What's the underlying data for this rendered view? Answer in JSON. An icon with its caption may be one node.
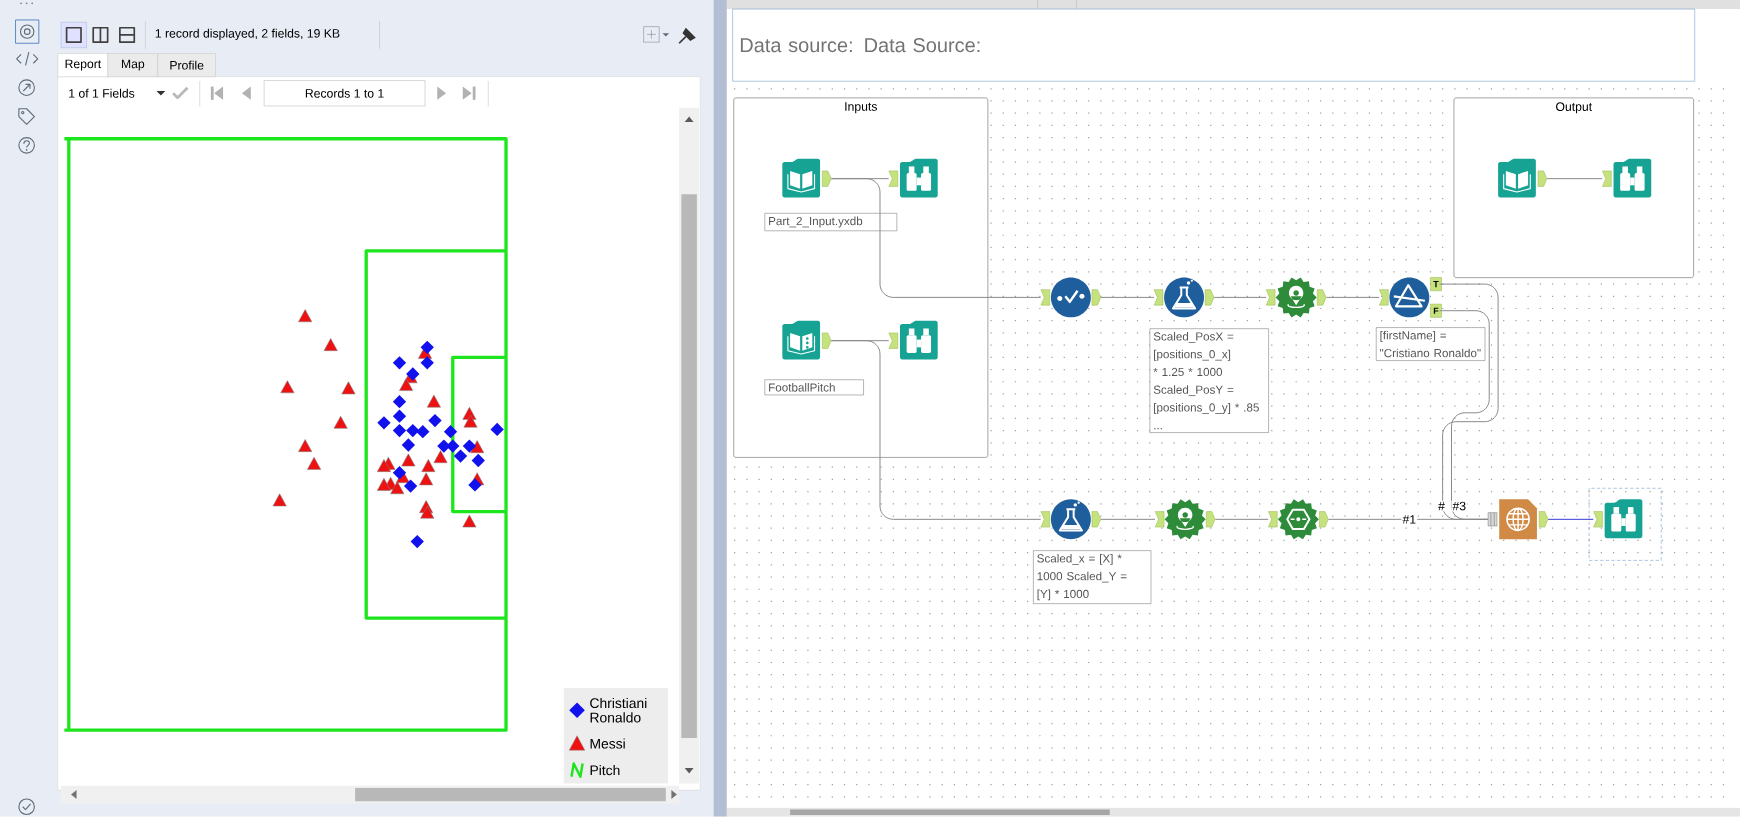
{
  "diagram": {
    "nodes": [
      {
        "text": [
          "Data source: Data Source:"
        ]
      },
      {
        "text": [
          "Inputs"
        ]
      },
      {
        "text": [],
        "shape": "picture",
        "in": 1,
        "beside": [
          "Part_2_Input.yxdb"
        ]
      },
      {
        "text": [],
        "shape": "picture",
        "in": 1
      },
      {
        "text": [],
        "shape": "picture",
        "in": 1,
        "beside": [
          "FootballPitch"
        ]
      },
      {
        "text": [],
        "shape": "picture",
        "in": 1
      },
      {
        "text": [
          "Output"
        ]
      },
      {
        "text": [],
        "shape": "picture",
        "in": 6
      },
      {
        "text": [],
        "shape": "picture",
        "in": 6
      },
      {
        "text": [],
        "shape": "picture"
      },
      {
        "text": [],
        "shape": "picture",
        "beside": [
          "Scaled_PosX = [positions_0_x] * 1.25 * 1000 Scaled_PosY = [positions_0_y] * .85 ..."
        ]
      },
      {
        "text": [],
        "shape": "picture"
      },
      {
        "text": [],
        "shape": "picture",
        "beside": [
          "[firstName] = \"Cristiano Ronaldo\""
        ]
      },
      {
        "text": [],
        "shape": "picture",
        "beside": [
          "Scaled_x = [X] * 1000 Scaled_Y = [Y] * 1000"
        ]
      },
      {
        "text": [],
        "shape": "picture"
      },
      {
        "text": [],
        "shape": "picture"
      },
      {
        "text": [],
        "shape": "picture"
      },
      {
        "text": [],
        "shape": "picture"
      }
    ],
    "edges": [
      {
        "from": 2,
        "to": 3,
        "arrow": "none"
      },
      {
        "from": 4,
        "to": 5,
        "arrow": "none"
      },
      {
        "from": 7,
        "to": 8,
        "arrow": "none"
      },
      {
        "from": 2,
        "to": 9,
        "arrow": "none"
      },
      {
        "from": 9,
        "to": 10,
        "arrow": "none"
      },
      {
        "from": 10,
        "to": 11,
        "arrow": "none"
      },
      {
        "from": 11,
        "to": 12,
        "arrow": "none"
      },
      {
        "from": 4,
        "to": 13,
        "arrow": "none"
      },
      {
        "from": 13,
        "to": 14,
        "arrow": "none"
      },
      {
        "from": 14,
        "to": 15,
        "arrow": "none"
      },
      {
        "from": 15,
        "to": 16,
        "arrow": "none",
        "label": "#1"
      },
      {
        "from": 12,
        "to": 16,
        "arrow": "none",
        "label": "#"
      },
      {
        "from": 12,
        "to": 16,
        "arrow": "none",
        "label": "#3"
      },
      {
        "from": 16,
        "to": 17,
        "arrow": "none",
        "color": "#3a3ad8"
      }
    ],
    "labels": [
      "1 record displayed, 2 fields, 19 KB",
      "Report",
      "Map",
      "Profile",
      "1 of 1 Fields",
      "Records 1 to 1",
      "T",
      "F"
    ],
    "legend": [
      {
        "text": "Christiani Ronaldo"
      },
      {
        "text": "Messi"
      },
      {
        "text": "Pitch"
      }
    ]
  }
}
